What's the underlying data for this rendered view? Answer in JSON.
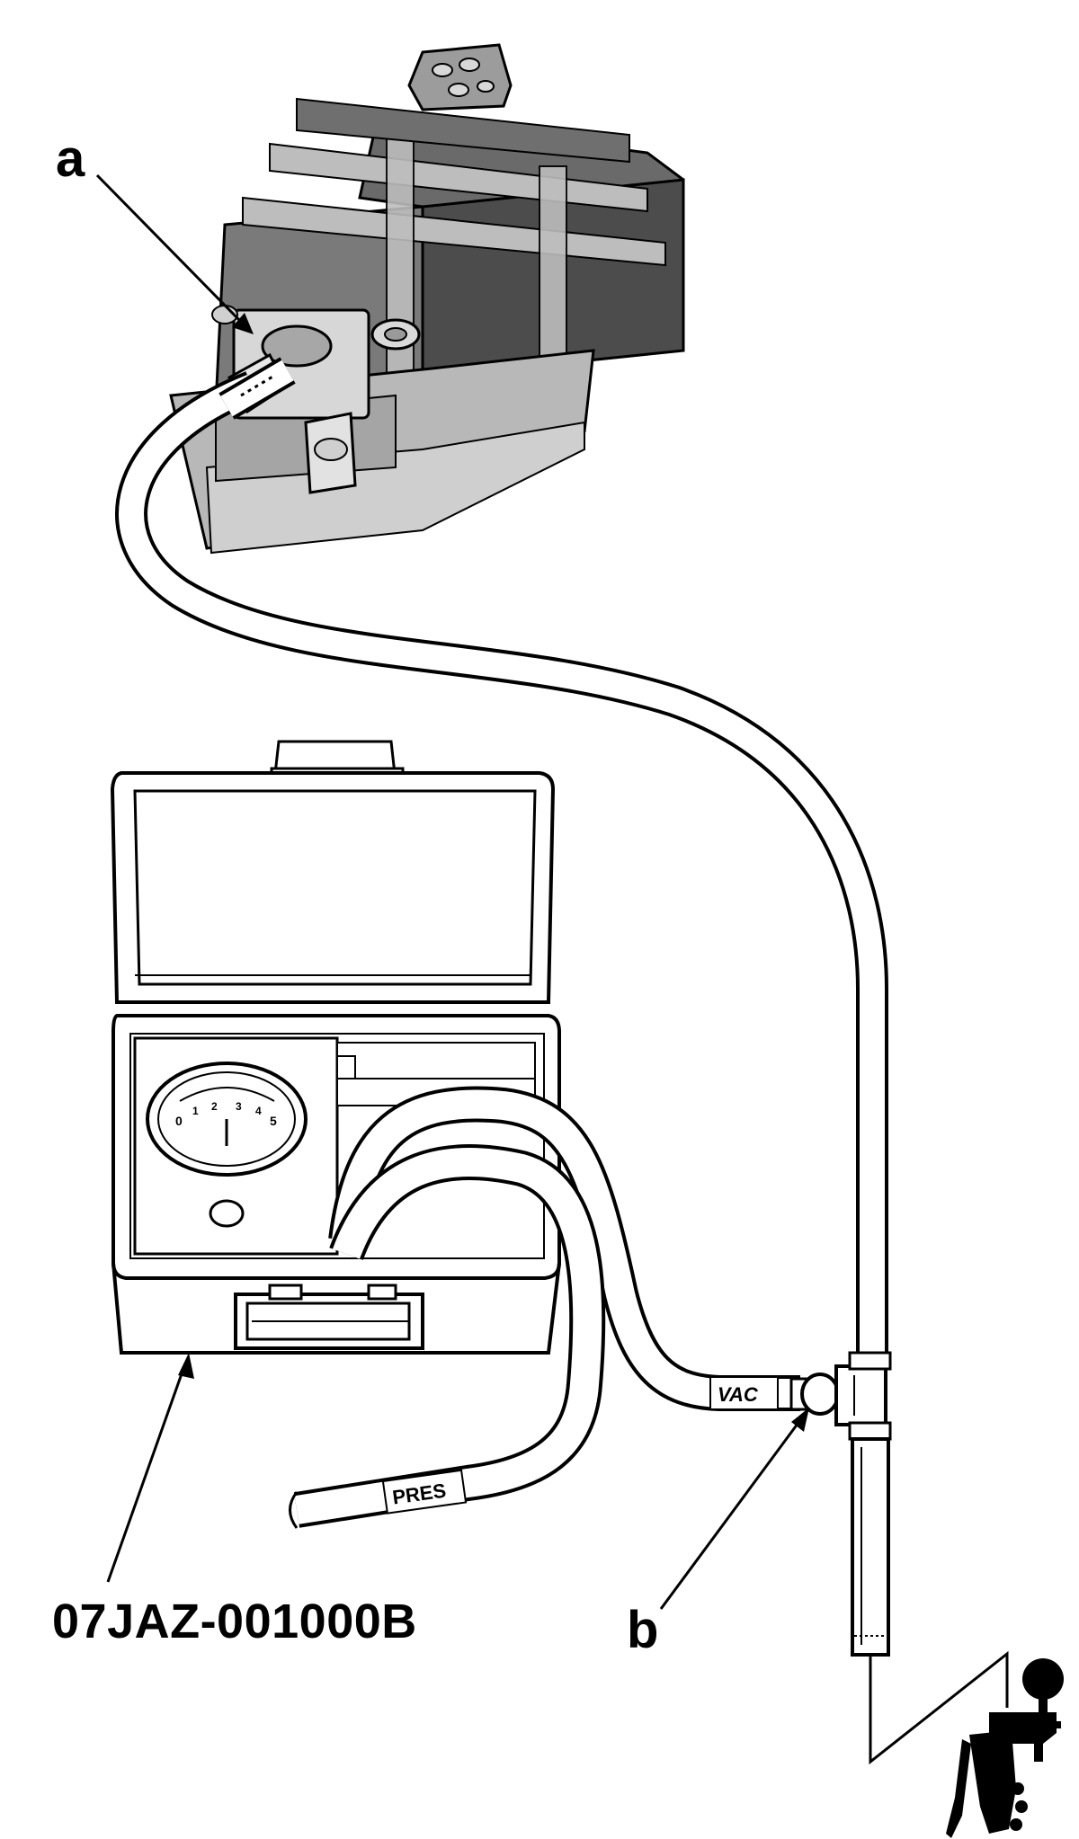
{
  "callouts": {
    "a": "a",
    "b": "b",
    "tool_number": "07JAZ-001000B"
  },
  "hose_labels": {
    "vac": "VAC",
    "pres": "PRES"
  },
  "gauge": {
    "marks": [
      "0",
      "1",
      "2",
      "3",
      "4",
      "5"
    ]
  },
  "colors": {
    "line": "#000000",
    "canister_dark": "#5a5a5a",
    "canister_mid": "#8e8e8e",
    "canister_light": "#c9c9c9",
    "background": "#ffffff"
  },
  "icons": [
    "vacuum-pump-icon"
  ]
}
